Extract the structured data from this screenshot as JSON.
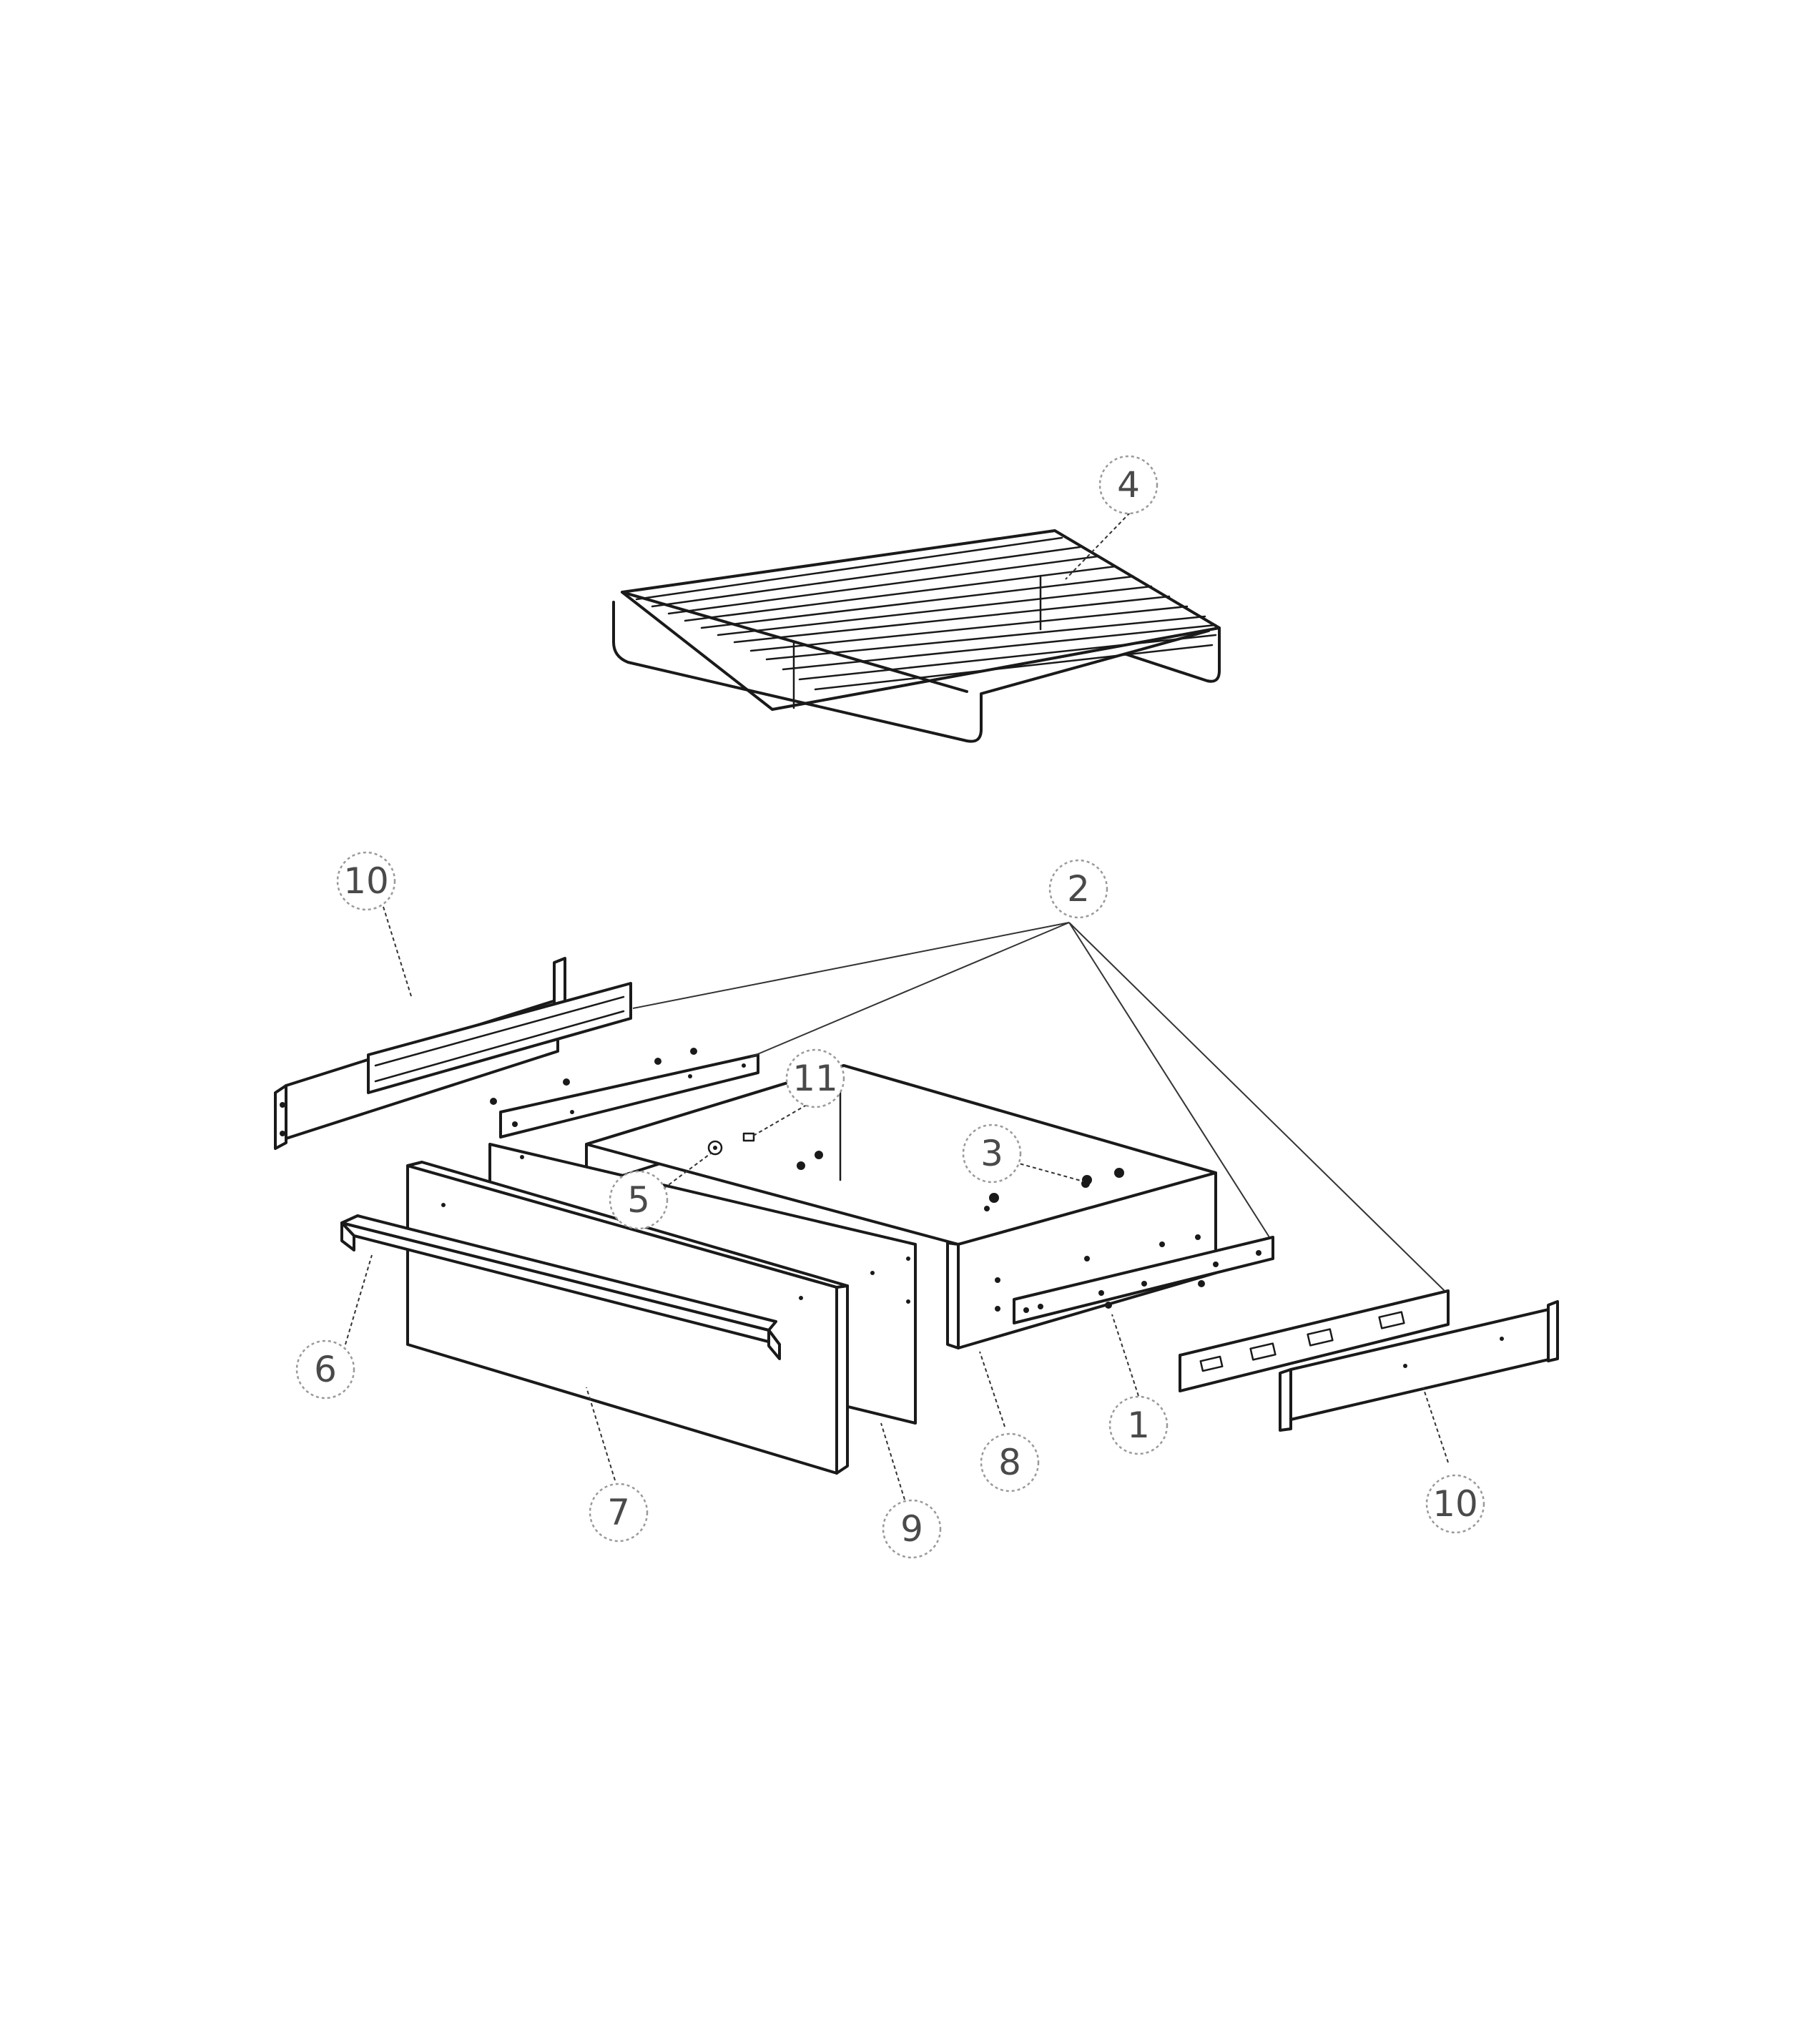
{
  "callouts": [
    {
      "id": "1",
      "label": "1"
    },
    {
      "id": "2",
      "label": "2"
    },
    {
      "id": "3",
      "label": "3"
    },
    {
      "id": "4",
      "label": "4"
    },
    {
      "id": "5",
      "label": "5"
    },
    {
      "id": "6",
      "label": "6"
    },
    {
      "id": "7",
      "label": "7"
    },
    {
      "id": "8",
      "label": "8"
    },
    {
      "id": "9",
      "label": "9"
    },
    {
      "id": "10a",
      "label": "10"
    },
    {
      "id": "10b",
      "label": "10"
    },
    {
      "id": "11",
      "label": "11"
    }
  ]
}
